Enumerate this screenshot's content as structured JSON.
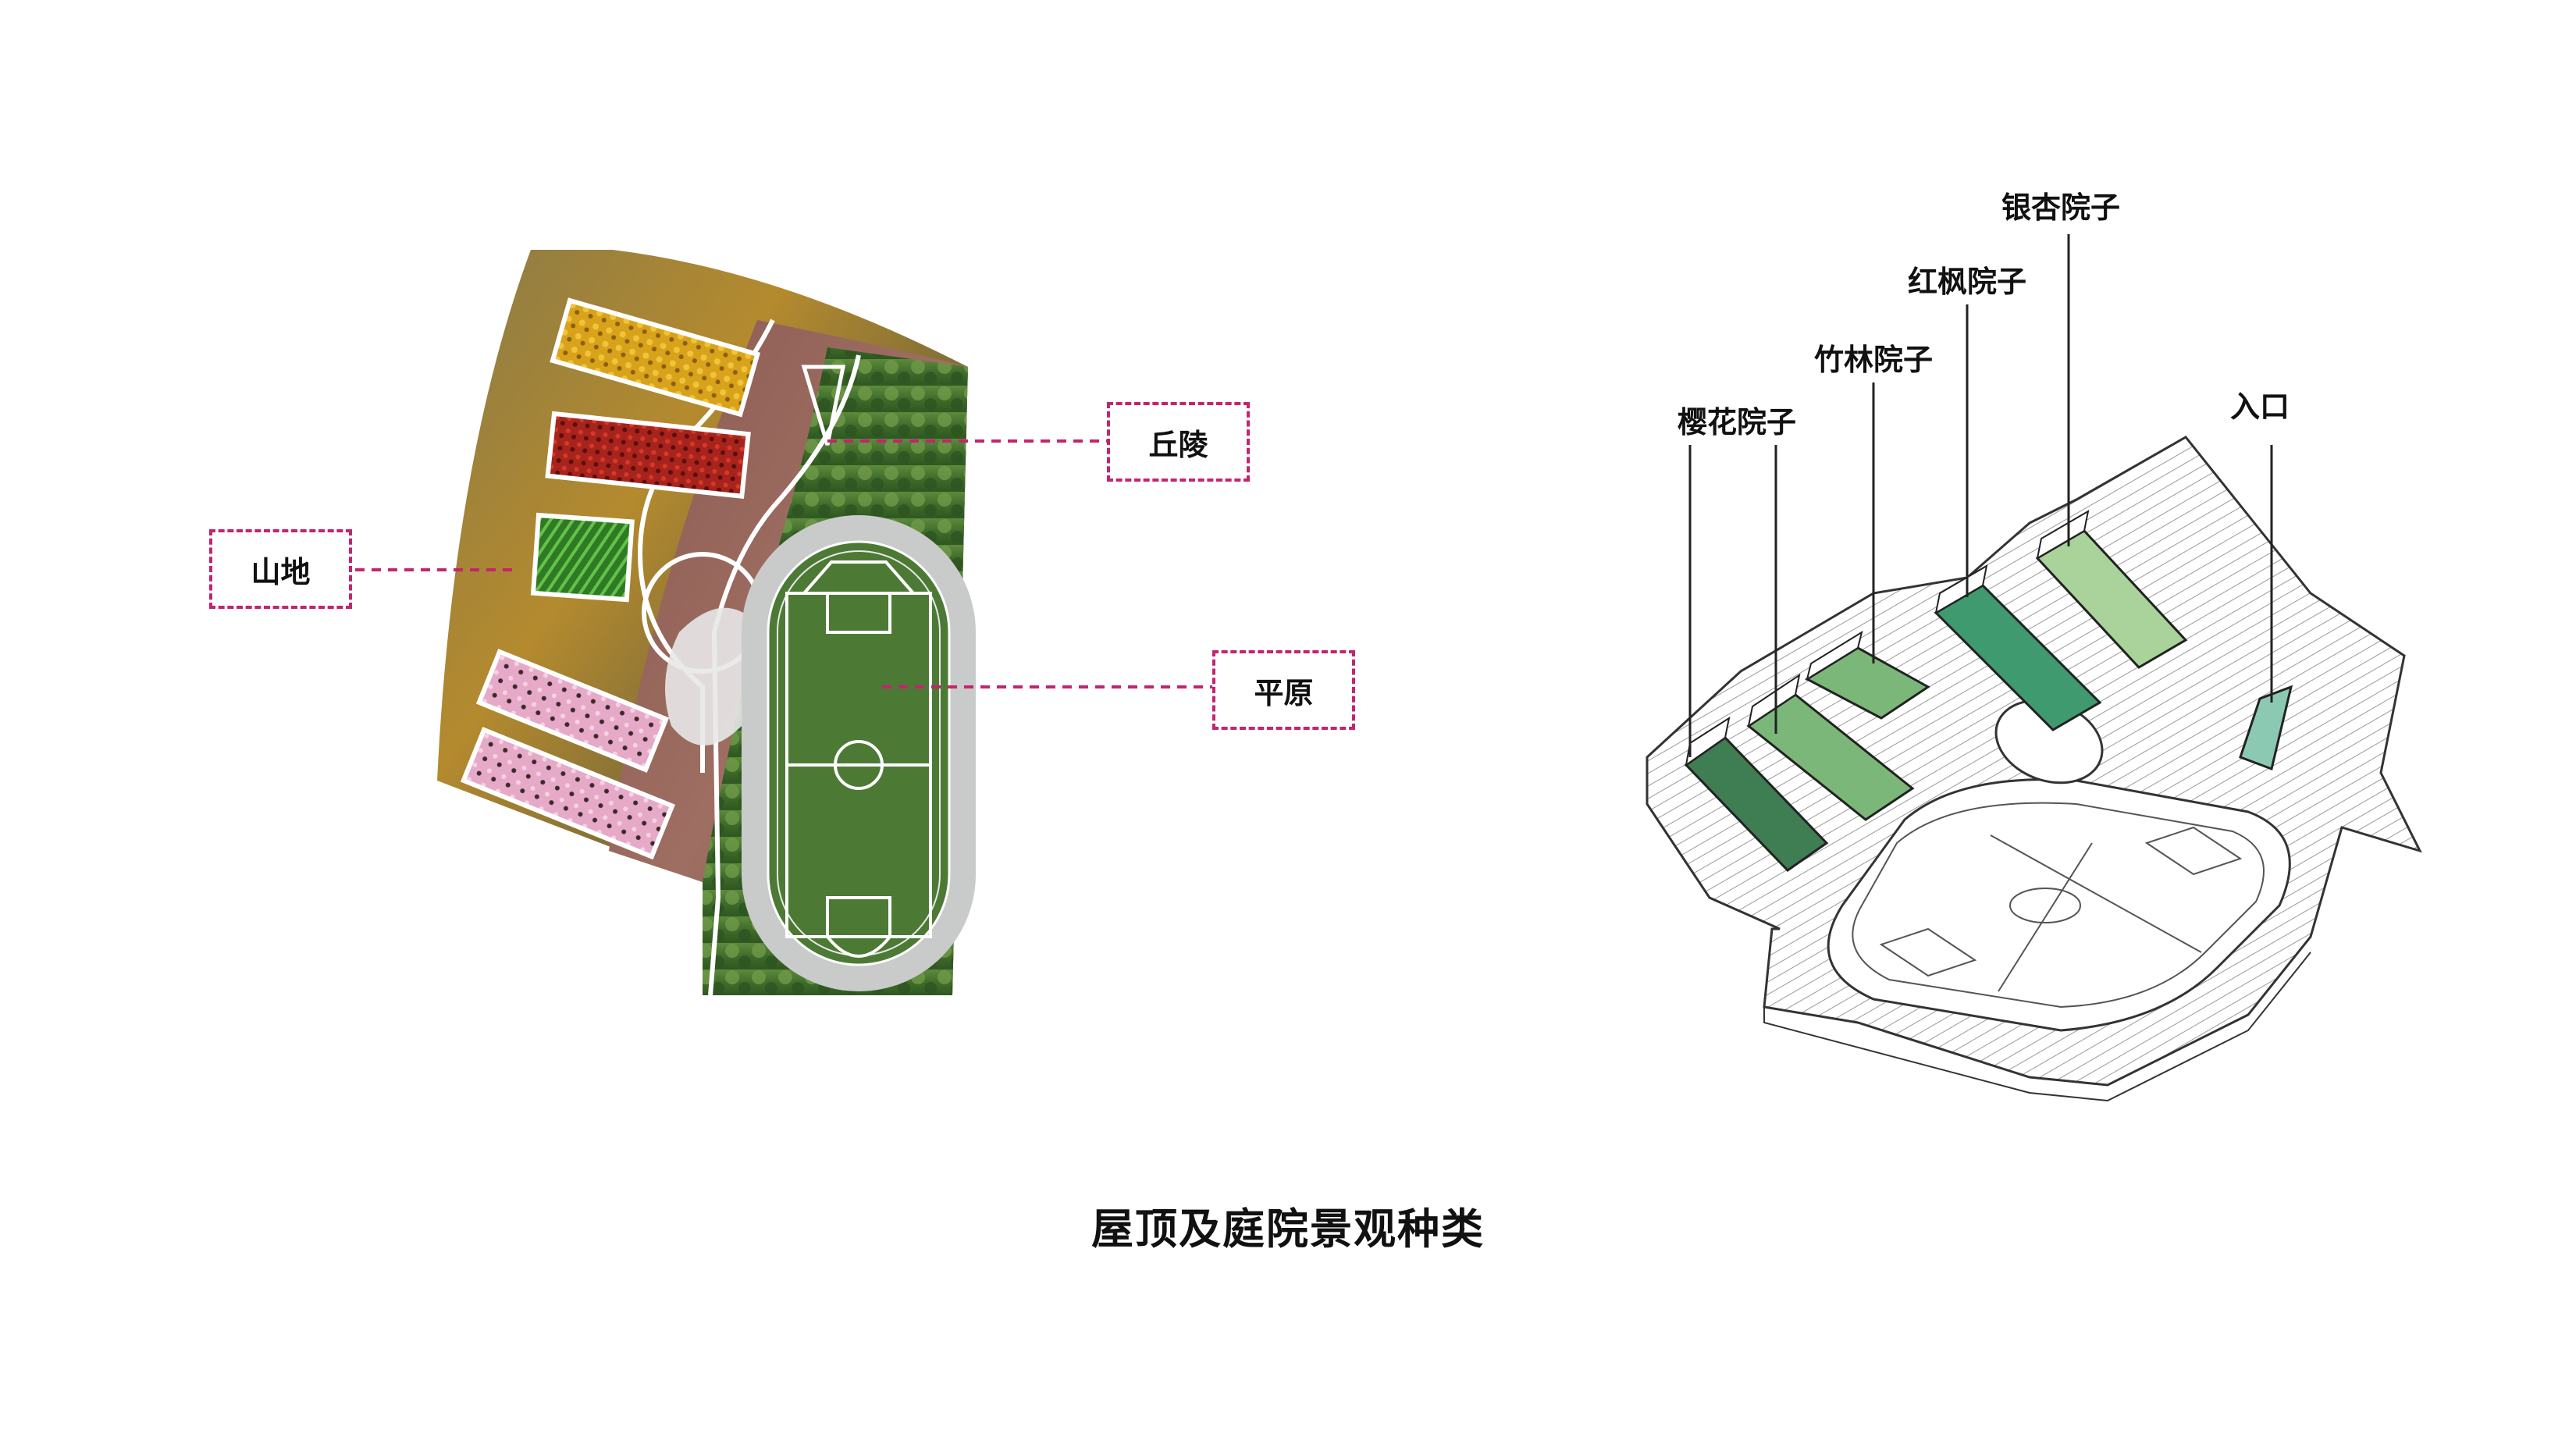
{
  "left_plan": {
    "callouts": {
      "hill": "丘陵",
      "mountain": "山地",
      "plain": "平原"
    },
    "colors": {
      "callout_border": "#c4246f",
      "ginkgo": "#d9a21b",
      "maple": "#a9231d",
      "bamboo": "#3b9b2a",
      "sakura": "#e6a9c8",
      "track": "#c9cbcb",
      "plain_green": "#3b6a2a"
    }
  },
  "right_axon": {
    "labels": {
      "sakura": "樱花院子",
      "bamboo": "竹林院子",
      "maple": "红枫院子",
      "ginkgo": "银杏院子",
      "entrance": "入口"
    },
    "colors": {
      "dark_green": "#3f7d52",
      "mid_green": "#7cb77a",
      "pale_green": "#a9d39a",
      "teal": "#8cc9b3",
      "line": "#333333"
    }
  },
  "caption": "屋顶及庭院景观种类"
}
